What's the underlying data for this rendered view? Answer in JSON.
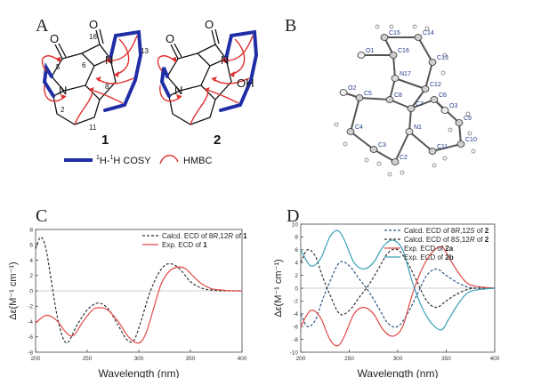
{
  "panels": {
    "A": {
      "letter": "A",
      "compound_labels": [
        "1",
        "2"
      ],
      "atom_labels": {
        "c5": "5",
        "c6": "6",
        "c16": "16",
        "c13": "13",
        "c8": "8",
        "c2": "2",
        "c11": "11"
      },
      "oh_label": "OH",
      "legend": {
        "cosy": "H-H COSY",
        "cosy_sup": "1",
        "cosy_sup2": "1",
        "hmbc": "HMBC"
      },
      "colors": {
        "cosy": "#1f2ea6",
        "hmbc": "#e03030"
      }
    },
    "B": {
      "letter": "B",
      "atoms": [
        "C15",
        "C14",
        "O1",
        "C16",
        "C13",
        "N17",
        "C12",
        "O2",
        "C5",
        "C8",
        "C7",
        "C6",
        "O3",
        "C9",
        "C4",
        "C3",
        "N1",
        "C2",
        "C11",
        "C10"
      ]
    },
    "C": {
      "letter": "C"
    },
    "D": {
      "letter": "D"
    }
  },
  "chart_data": [
    {
      "type": "line",
      "panel": "C",
      "xlabel": "Wavelength (nm)",
      "ylabel": "Δε(M⁻¹ cm⁻¹)",
      "xlim": [
        200,
        400
      ],
      "ylim": [
        -8,
        8
      ],
      "xticks": [
        200,
        250,
        300,
        350,
        400
      ],
      "yticks": [
        -8,
        -6,
        -4,
        -2,
        0,
        2,
        4,
        6,
        8
      ],
      "legend_position": "top-right",
      "series": [
        {
          "name": "Calcd. ECD of 8R,12R of 1",
          "name_parts": {
            "pre": "Calcd. ECD of 8",
            "i1": "R",
            "mid": ",12",
            "i2": "R",
            "post": " of ",
            "b": "1"
          },
          "style": "dashed",
          "color": "#333333",
          "x": [
            200,
            205,
            210,
            215,
            222,
            230,
            240,
            250,
            260,
            270,
            280,
            288,
            295,
            302,
            310,
            318,
            325,
            332,
            340,
            350,
            360,
            370,
            380,
            390,
            400
          ],
          "y": [
            5.5,
            7.0,
            5.5,
            1.5,
            -4.0,
            -6.8,
            -4.5,
            -2.5,
            -1.6,
            -2.3,
            -4.5,
            -6.3,
            -6.5,
            -4.0,
            -0.5,
            2.0,
            3.3,
            3.5,
            2.8,
            1.2,
            0.4,
            0.1,
            0.0,
            0.0,
            0.0
          ]
        },
        {
          "name": "Exp. ECD of 1",
          "name_parts": {
            "pre": "Exp. ECD of ",
            "b": "1"
          },
          "style": "solid",
          "color": "#e04848",
          "x": [
            200,
            210,
            220,
            230,
            237,
            245,
            255,
            262,
            270,
            280,
            290,
            300,
            307,
            315,
            322,
            330,
            338,
            345,
            352,
            360,
            370,
            380,
            390,
            400
          ],
          "y": [
            -4.2,
            -3.2,
            -3.8,
            -5.5,
            -5.8,
            -4.2,
            -2.5,
            -2.2,
            -2.5,
            -4.0,
            -6.0,
            -6.8,
            -5.5,
            -2.0,
            1.0,
            2.6,
            3.1,
            2.9,
            2.0,
            1.0,
            0.3,
            0.1,
            0.0,
            0.0
          ]
        }
      ]
    },
    {
      "type": "line",
      "panel": "D",
      "xlabel": "Wavelength (nm)",
      "ylabel": "Δε(M⁻¹ cm⁻¹)",
      "xlim": [
        200,
        400
      ],
      "ylim": [
        -10,
        10
      ],
      "xticks": [
        200,
        250,
        300,
        350,
        400
      ],
      "yticks": [
        -10,
        -8,
        -6,
        -4,
        -2,
        0,
        2,
        4,
        6,
        8,
        10
      ],
      "legend_position": "top-right",
      "series": [
        {
          "name": "Calcd. ECD of 8R,12S of 2",
          "name_parts": {
            "pre": "Calcd. ECD of 8",
            "i1": "R",
            "mid": ",12",
            "i2": "S",
            "post": " of ",
            "b": "2"
          },
          "style": "dashed",
          "color": "#2f5580",
          "x": [
            200,
            207,
            215,
            222,
            230,
            240,
            250,
            260,
            270,
            280,
            290,
            300,
            310,
            320,
            330,
            340,
            350,
            360,
            370,
            380,
            400
          ],
          "y": [
            -4.0,
            -6.0,
            -5.0,
            -2.0,
            1.0,
            4.0,
            3.5,
            1.5,
            -0.5,
            -3.0,
            -5.5,
            -6.0,
            -4.0,
            -1.0,
            2.0,
            3.0,
            2.0,
            1.0,
            0.3,
            0.0,
            0.0
          ]
        },
        {
          "name": "Calcd. ECD of 8S,12R of 2",
          "name_parts": {
            "pre": "Calcd. ECD of 8",
            "i1": "S",
            "mid": ",12",
            "i2": "R",
            "post": " of ",
            "b": "2"
          },
          "style": "dashed",
          "color": "#333333",
          "x": [
            200,
            207,
            215,
            222,
            230,
            240,
            250,
            260,
            270,
            280,
            290,
            300,
            310,
            320,
            330,
            340,
            350,
            360,
            370,
            380,
            400
          ],
          "y": [
            4.0,
            6.0,
            5.0,
            2.0,
            -1.0,
            -4.0,
            -3.5,
            -1.5,
            0.5,
            3.0,
            5.5,
            6.0,
            4.0,
            1.0,
            -2.0,
            -3.0,
            -2.0,
            -1.0,
            -0.3,
            0.0,
            0.0
          ]
        },
        {
          "name": "Exp. ECD of 2a",
          "name_parts": {
            "pre": "Exp. ECD of ",
            "b": "2a"
          },
          "style": "solid",
          "color": "#e04848",
          "x": [
            200,
            210,
            220,
            230,
            238,
            245,
            255,
            265,
            275,
            285,
            295,
            305,
            315,
            325,
            335,
            345,
            352,
            360,
            370,
            380,
            400
          ],
          "y": [
            -6.0,
            -3.5,
            -4.5,
            -8.0,
            -9.0,
            -7.5,
            -4.0,
            -3.0,
            -4.0,
            -6.5,
            -7.5,
            -6.0,
            -1.0,
            3.0,
            5.5,
            6.5,
            5.0,
            3.0,
            1.0,
            0.3,
            0.0
          ]
        },
        {
          "name": "Exp. ECD of 2b",
          "name_parts": {
            "pre": "Exp. ECD of ",
            "b": "2b"
          },
          "style": "solid",
          "color": "#3aa0b8",
          "x": [
            200,
            210,
            220,
            230,
            238,
            245,
            255,
            265,
            275,
            285,
            295,
            305,
            315,
            325,
            335,
            345,
            352,
            360,
            370,
            380,
            400
          ],
          "y": [
            6.0,
            3.5,
            4.5,
            8.0,
            9.0,
            7.5,
            4.0,
            3.0,
            4.0,
            6.5,
            7.5,
            6.0,
            1.0,
            -3.0,
            -5.5,
            -6.5,
            -5.0,
            -3.0,
            -1.0,
            -0.3,
            0.0
          ]
        }
      ]
    }
  ]
}
